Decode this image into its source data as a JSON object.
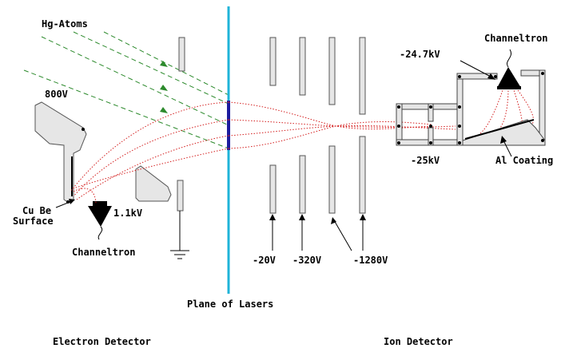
{
  "labels": {
    "hg_atoms": "Hg-Atoms",
    "electron_voltage": "800V",
    "cube_surface": [
      "Cu Be",
      "Surface"
    ],
    "electron_channeltron_voltage": "1.1kV",
    "electron_channeltron": "Channeltron",
    "plane_of_lasers": "Plane of Lasers",
    "electron_detector": "Electron Detector",
    "ion_detector": "Ion Detector",
    "ion_channeltron": "Channeltron",
    "ion_channeltron_voltage": "-24.7kV",
    "conversion_voltage": "-25kV",
    "al_coating": "Al Coating",
    "plate_voltages": [
      "-20V",
      "-320V",
      "-1280V"
    ]
  },
  "colors": {
    "laser_plane": "#1fb4d8",
    "laser_focus": "#1c1c9e",
    "atom_beam": "#2c8a2c",
    "electron_ion_paths": "#d42020",
    "plates": "#e6e6e6"
  }
}
